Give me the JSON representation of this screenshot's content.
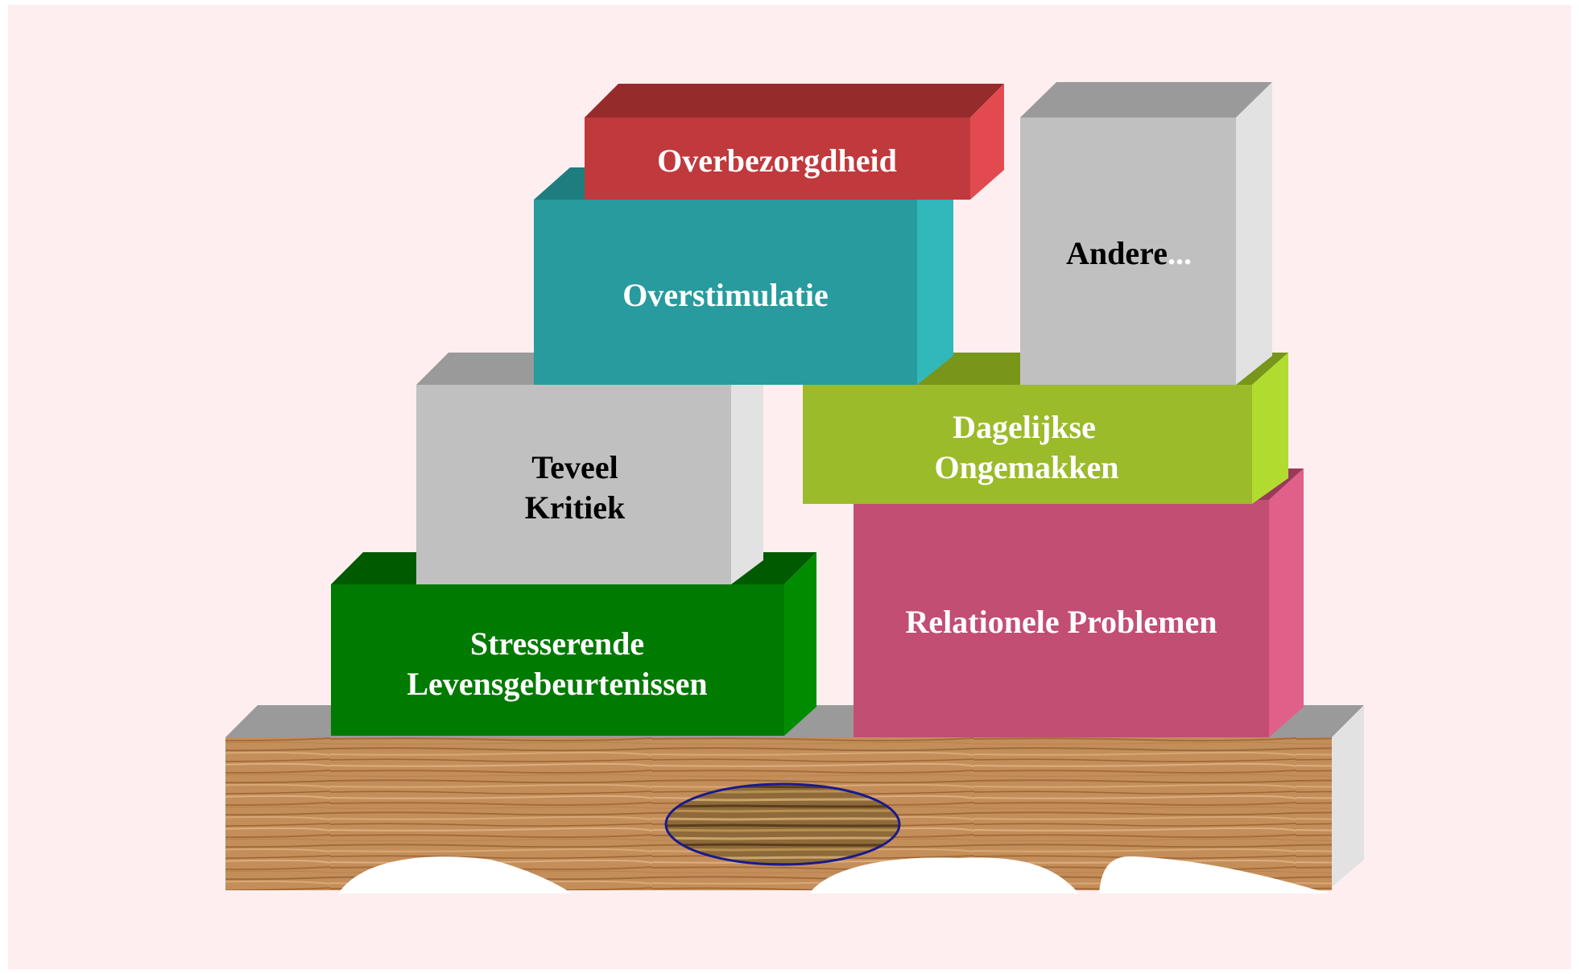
{
  "blocks": {
    "overbezorgdheid": {
      "label": "Overbezorgdheid",
      "front": "#C0393D",
      "top": "#962B2C",
      "side": "#E34A4F",
      "text_color": "#FFFFFF"
    },
    "overstimulatie": {
      "label": "Overstimulatie",
      "front": "#279B9D",
      "top": "#1E7D7F",
      "side": "#31B8BA",
      "text_color": "#FFFFFF"
    },
    "andere": {
      "label": "Andere",
      "ellipsis": "...",
      "front": "#C0C0C0",
      "top": "#9A9A9A",
      "side": "#E2E2E2",
      "text_color": "#000000",
      "ellipsis_color": "#FFFFFF"
    },
    "teveel_kritiek": {
      "label_line1": "Teveel",
      "label_line2": "Kritiek",
      "front": "#C0C0C0",
      "top": "#9A9A9A",
      "side": "#E2E2E2",
      "text_color": "#000000"
    },
    "dagelijkse_ongemakken": {
      "label_line1": "Dagelijkse",
      "label_line2": "Ongemakken",
      "front": "#9BBB2A",
      "top": "#77961A",
      "side": "#B2DB30",
      "text_color": "#FFFFFF"
    },
    "stresserende": {
      "label_line1": "Stresserende",
      "label_line2": "Levensgebeurtenissen",
      "front": "#007A00",
      "top": "#005A00",
      "side": "#008C00",
      "text_color": "#FFFFFF"
    },
    "relationele": {
      "label": "Relationele Problemen",
      "front": "#C24E74",
      "top": "#9A3A5A",
      "side": "#E0608A",
      "text_color": "#FFFFFF"
    }
  },
  "base": {
    "wood_color": "#C48E5A",
    "top": "#9A9A9A",
    "side": "#E2E2E2",
    "knot_outline": "#1A1A8C"
  },
  "background": "#FFEEEF"
}
